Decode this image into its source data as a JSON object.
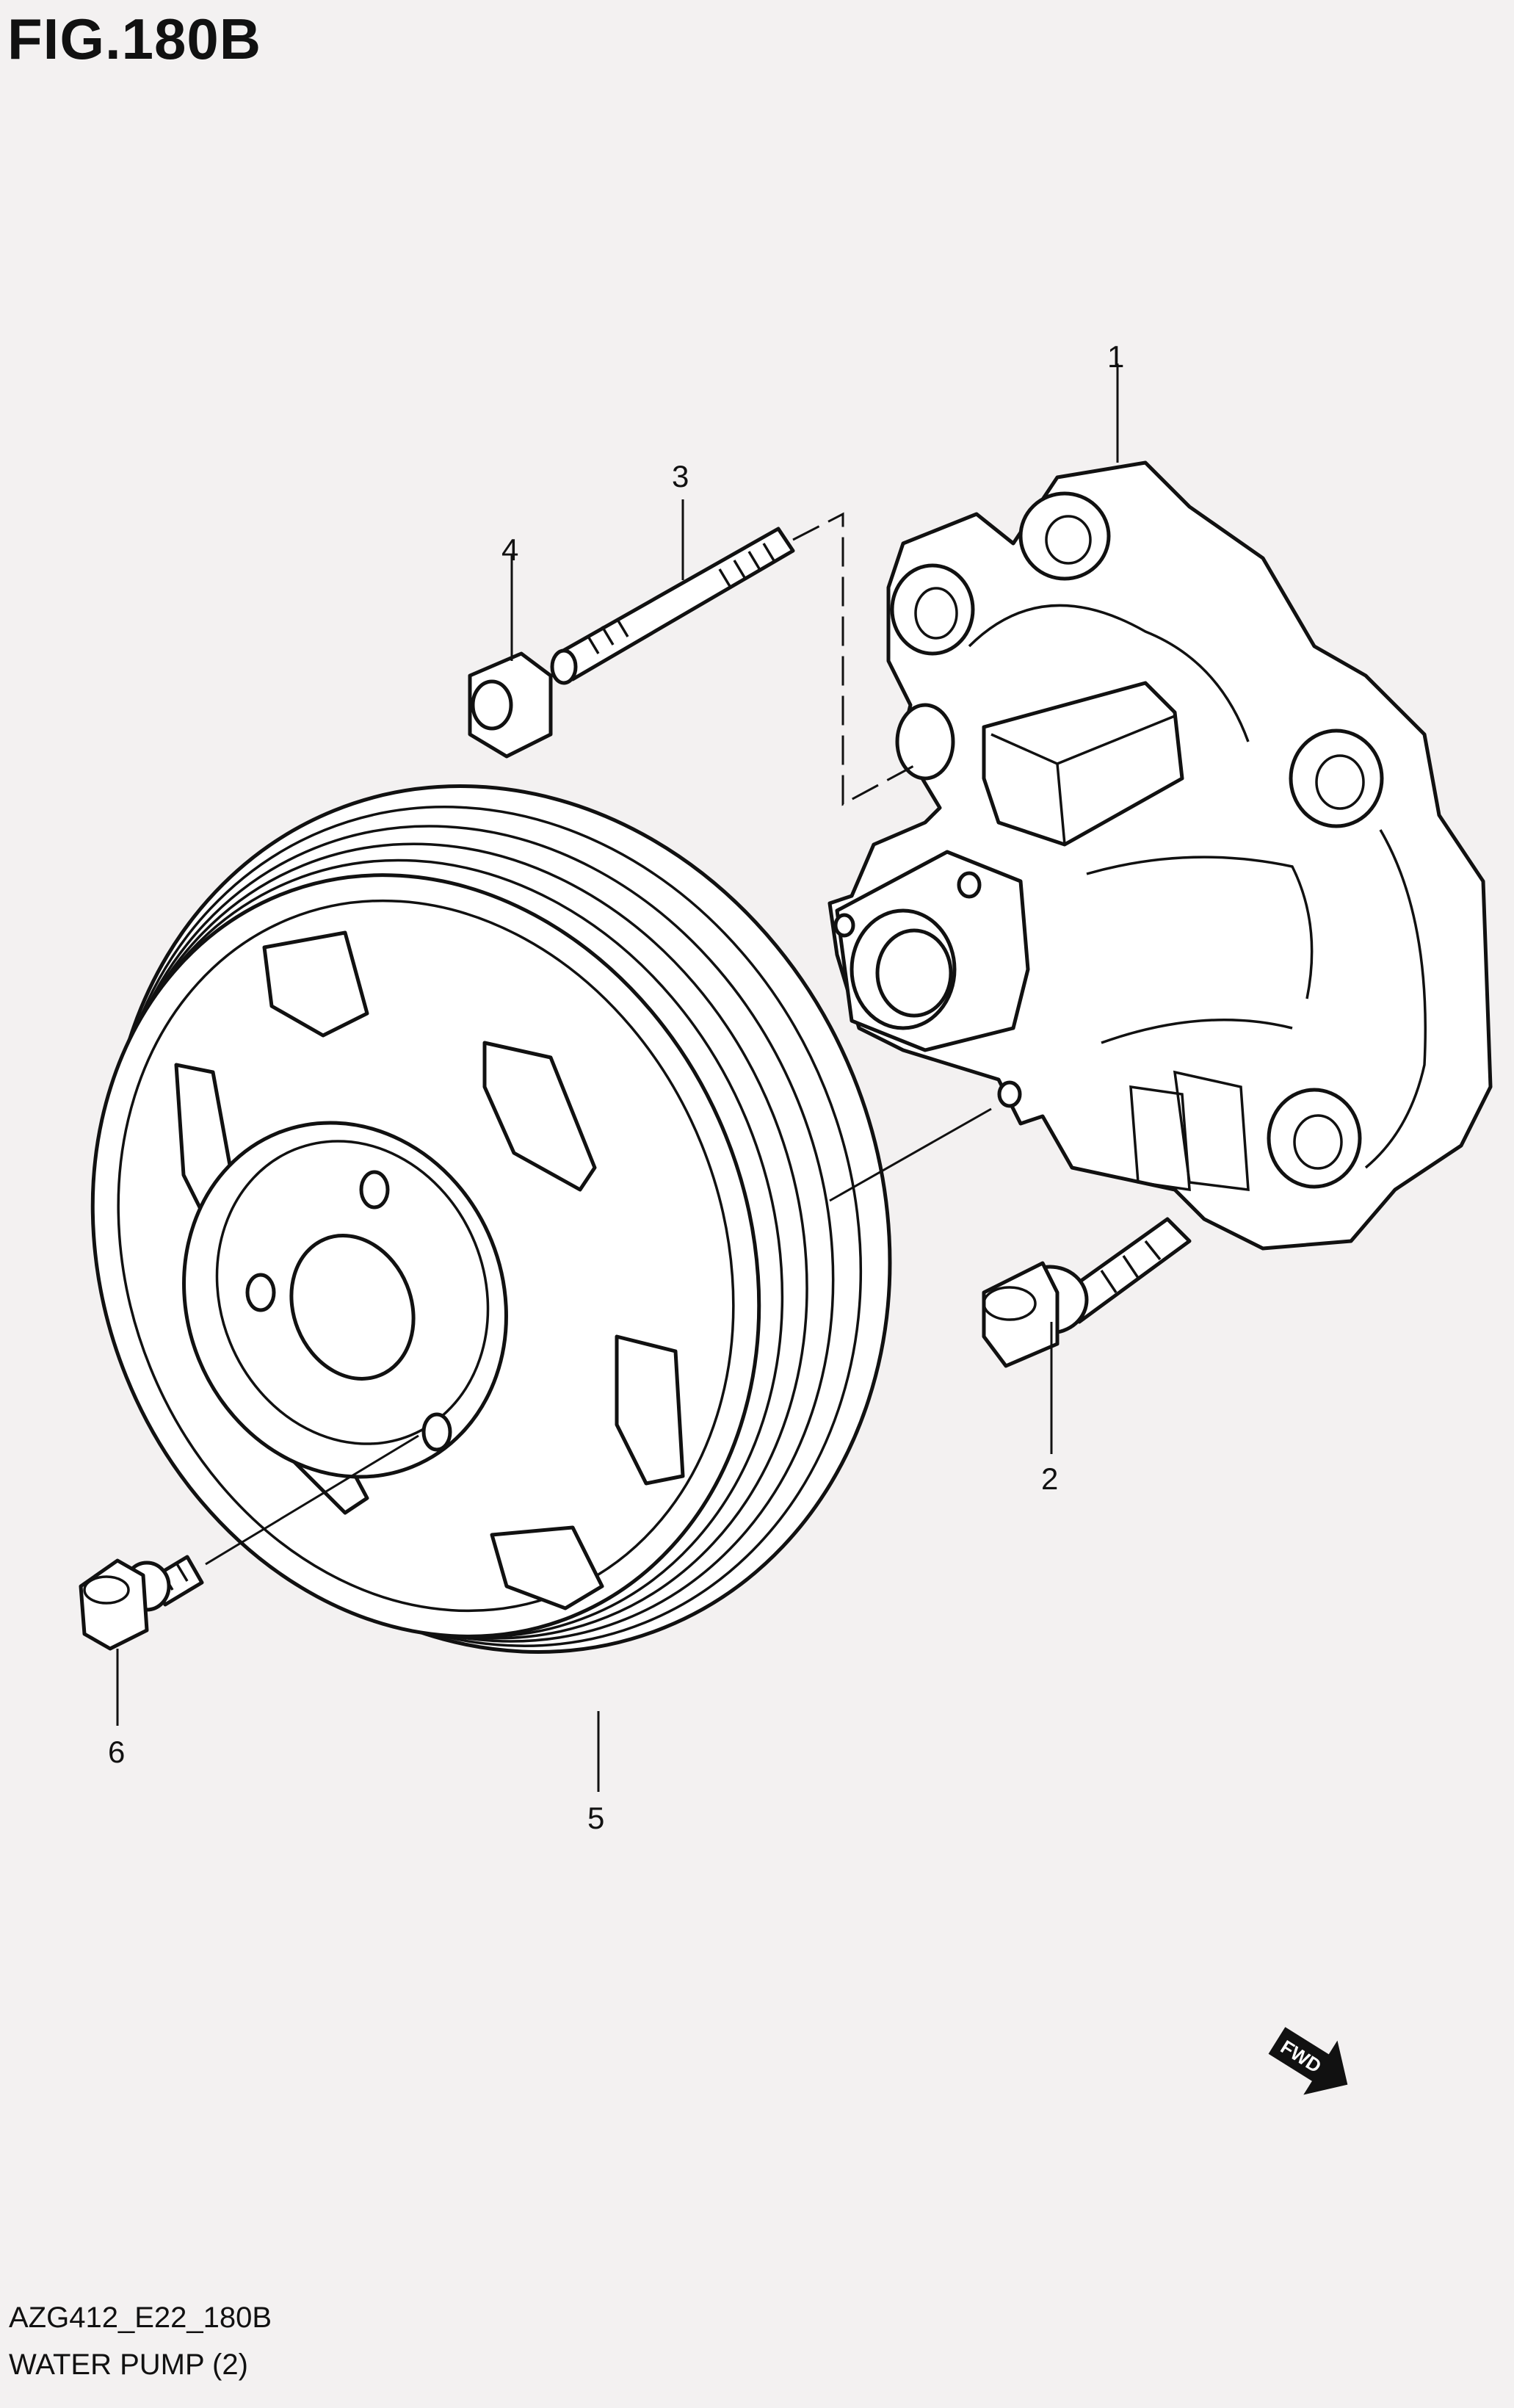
{
  "figure": {
    "title": "FIG.180B"
  },
  "callouts": [
    {
      "id": "1",
      "label": "1"
    },
    {
      "id": "2",
      "label": "2"
    },
    {
      "id": "3",
      "label": "3"
    },
    {
      "id": "4",
      "label": "4"
    },
    {
      "id": "5",
      "label": "5"
    },
    {
      "id": "6",
      "label": "6"
    }
  ],
  "fwd_label": "FWD",
  "footer": {
    "code": "AZG412_E22_180B",
    "caption": "WATER PUMP (2)"
  }
}
